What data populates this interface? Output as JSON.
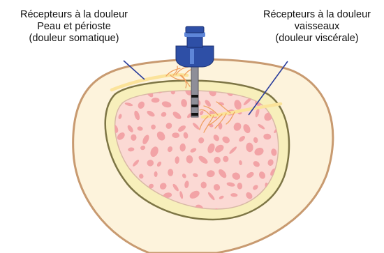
{
  "labels": {
    "left": {
      "lines": [
        "Récepteurs à la douleur",
        "Peau et périoste",
        "(douleur somatique)"
      ]
    },
    "right": {
      "lines": [
        "Récepteurs à la douleur",
        "vaisseaux",
        "(douleur viscérale)"
      ]
    }
  },
  "colors": {
    "skin_fill": "#fdf3dc",
    "skin_outline": "#c89a70",
    "cortex_fill": "#f7efbb",
    "cortex_outline": "#7d7545",
    "marrow_fill": "#fbd9d4",
    "trabecula": "#f2a3a6",
    "needle_hub": "#2e4fa6",
    "needle_hub_light": "#5e86d8",
    "needle_shaft": "#8e8e98",
    "nerve_fill": "#fbe39a",
    "nerve_branch": "#f0a060",
    "pointer_line": "#2a3d9c"
  }
}
